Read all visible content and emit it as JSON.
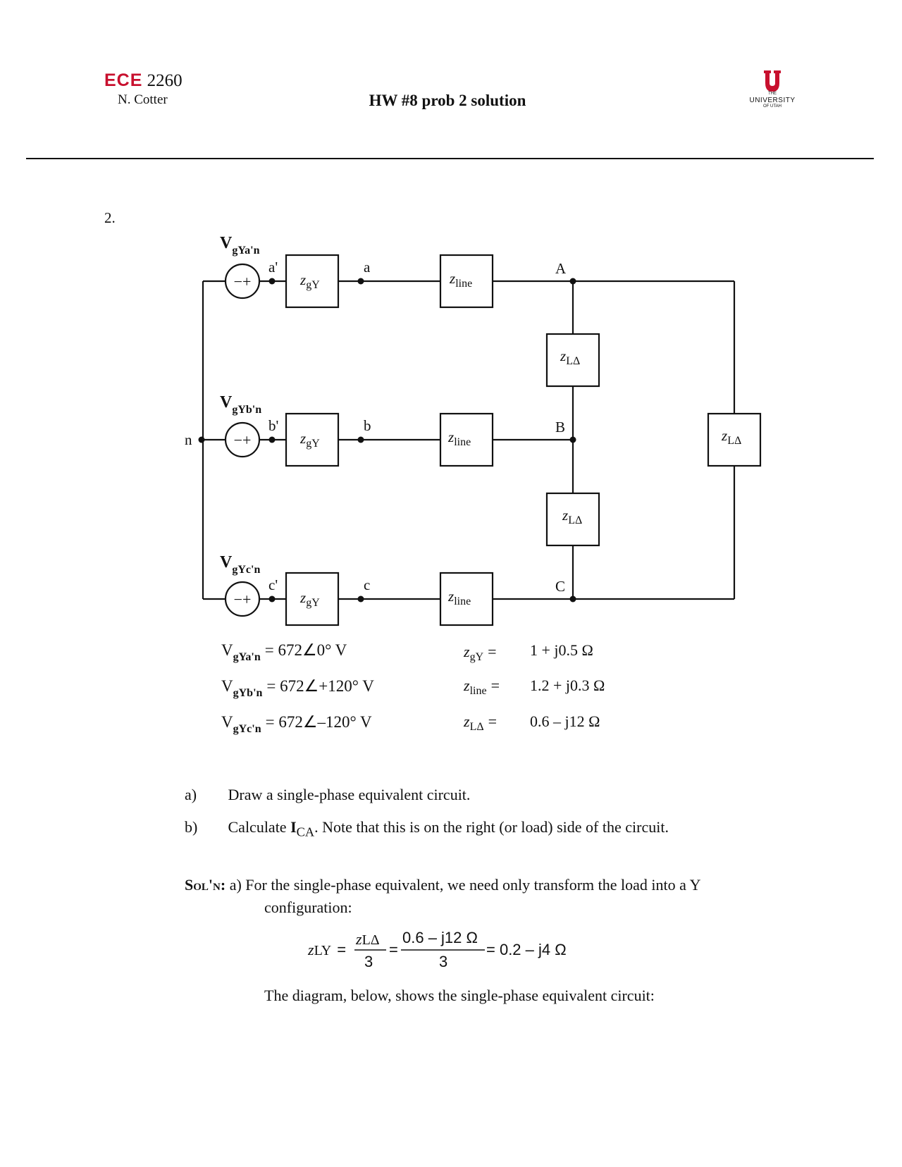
{
  "header": {
    "course_prefix": "ECE",
    "course_number": "2260",
    "author": "N. Cotter",
    "title": "HW #8 prob 2 solution",
    "logo": {
      "line1": "THE",
      "line2": "UNIVERSITY",
      "line3": "OF UTAH",
      "color": "#c8102e"
    }
  },
  "problem_number": "2.",
  "circuit": {
    "sources": [
      {
        "V": "V",
        "sub": "gYa'n",
        "node": "a'"
      },
      {
        "V": "V",
        "sub": "gYb'n",
        "node": "b'"
      },
      {
        "V": "V",
        "sub": "gYc'n",
        "node": "c'"
      }
    ],
    "source_sign": "−+",
    "neutral": "n",
    "line_nodes": [
      "a",
      "b",
      "c"
    ],
    "load_nodes": [
      "A",
      "B",
      "C"
    ],
    "z_gY": {
      "z": "z",
      "sub": "gY"
    },
    "z_line": {
      "z": "z",
      "sub": "line"
    },
    "z_LD": {
      "z": "z",
      "sub": "LΔ"
    }
  },
  "givens": {
    "voltages": [
      {
        "sub": "gYa'n",
        "rest": "= 672∠0° V"
      },
      {
        "sub": "gYb'n",
        "rest": "= 672∠+120° V"
      },
      {
        "sub": "gYc'n",
        "rest": "= 672∠–120° V"
      }
    ],
    "impedances": [
      {
        "sub": "gY",
        "eq": "=",
        "value": "1 + j0.5 Ω"
      },
      {
        "sub": "line",
        "eq": "=",
        "value": "1.2 + j0.3 Ω"
      },
      {
        "sub": "LΔ",
        "eq": "=",
        "value": "0.6 – j12 Ω"
      }
    ]
  },
  "questions": [
    {
      "label": "a)",
      "text": "Draw a single-phase equivalent circuit."
    },
    {
      "label": "b)",
      "text_pre": "Calculate ",
      "bold": "I",
      "sub": "CA",
      "text_post": ".  Note that this is on the right (or load) side of the circuit."
    }
  ],
  "solution": {
    "heading": "Sol'n:",
    "part": "a)",
    "line1": "For the single-phase equivalent, we need only transform the load into a Y",
    "line2": "configuration:",
    "eq_lhs_sub": "LY",
    "eq_frac1_num_sub": "LΔ",
    "eq_frac1_den": "3",
    "eq_frac2_num": "0.6 – j12 Ω",
    "eq_frac2_den": "3",
    "eq_result": "= 0.2 – j4 Ω",
    "diagram_note": "The diagram, below, shows the single-phase equivalent circuit:"
  }
}
